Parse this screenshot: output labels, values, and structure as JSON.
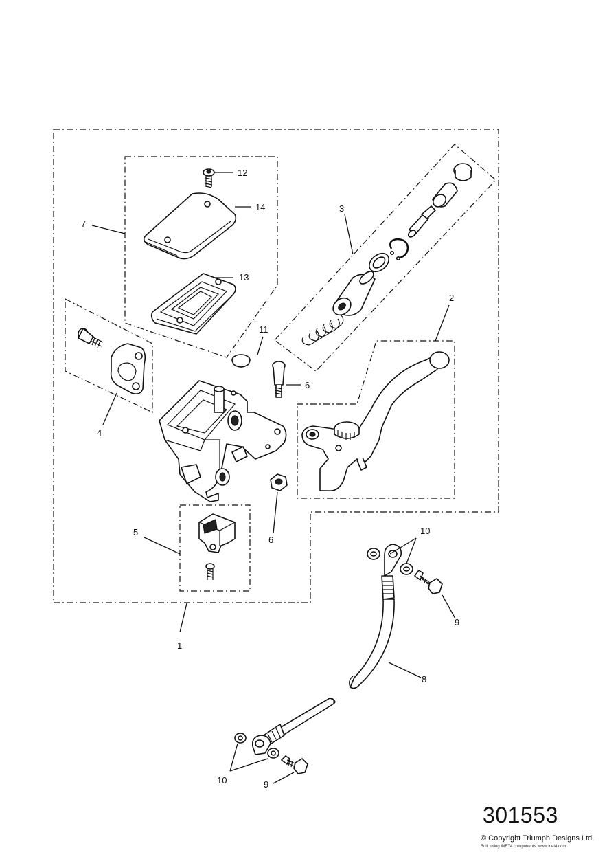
{
  "part_labels": {
    "p1": "1",
    "p2": "2",
    "p3": "3",
    "p4": "4",
    "p5": "5",
    "p6a": "6",
    "p6b": "6",
    "p7": "7",
    "p8": "8",
    "p9a": "9",
    "p9b": "9",
    "p10a": "10",
    "p10b": "10",
    "p11": "11",
    "p12": "12",
    "p13": "13",
    "p14": "14"
  },
  "diagram_number": "301553",
  "copyright": "© Copyright Triumph Designs Ltd.",
  "built_using": "Built using INET4 components. www.inet4.com"
}
